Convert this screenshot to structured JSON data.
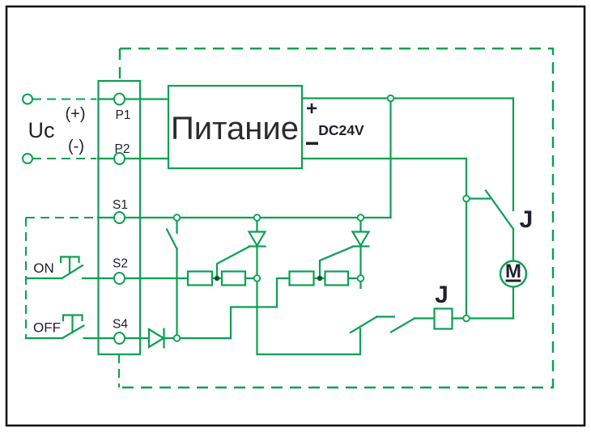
{
  "diagram": {
    "input": {
      "uc": "Uc",
      "plus": "(+)",
      "minus": "(-)"
    },
    "buttons": {
      "on": "ON",
      "off": "OFF"
    },
    "terminal_block": {
      "p1": "P1",
      "p2": "P2",
      "s1": "S1",
      "s2": "S2",
      "s4": "S4"
    },
    "power": {
      "title": "Питание",
      "plus": "+",
      "rating": "DC24V"
    },
    "relay": {
      "contact_label": "J",
      "coil_label": "J"
    },
    "motor": {
      "label": "M"
    },
    "colors": {
      "wire": "#0BA052",
      "dot": "#06552C",
      "ink": "#20202E",
      "ink2": "#2B2B2B"
    }
  }
}
